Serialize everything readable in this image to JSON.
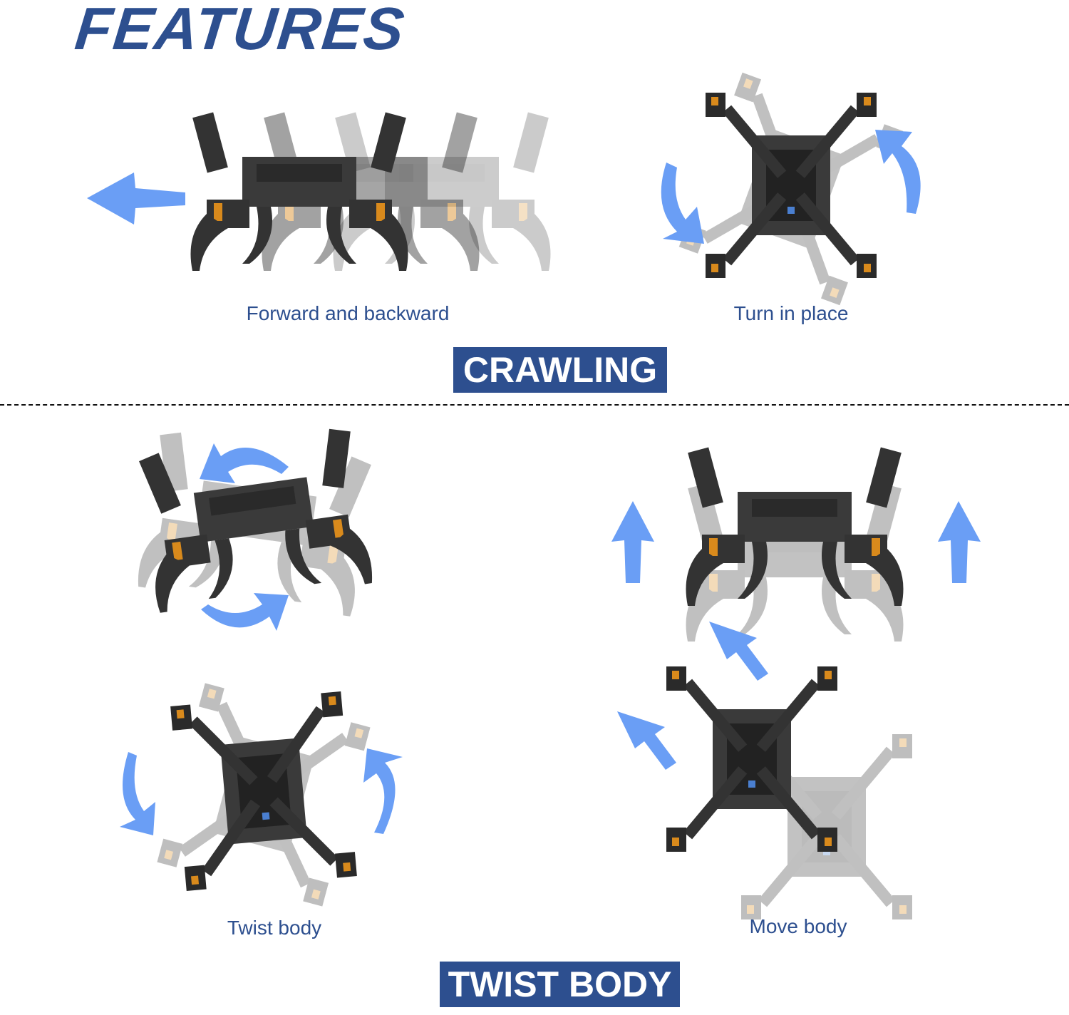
{
  "title": "FEATURES",
  "crawling": {
    "items": [
      {
        "label": "Forward and backward"
      },
      {
        "label": "Turn in place"
      }
    ],
    "badge": "CRAWLING"
  },
  "twist_body": {
    "items": [
      {
        "label": "Twist body"
      },
      {
        "label": "Move body"
      }
    ],
    "badge": "TWIST BODY"
  },
  "colors": {
    "brand": "#2d4f8f",
    "arrow": "#6a9ef5",
    "robot": "#3a3a3a",
    "servo_accent": "#d98a1c"
  }
}
